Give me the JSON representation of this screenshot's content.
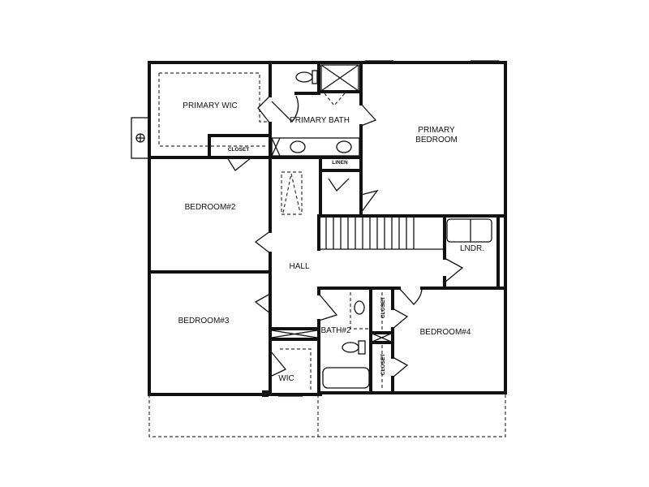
{
  "plan": {
    "rooms": {
      "primary_wic": "PRIMARY WIC",
      "primary_bath": "PRIMARY BATH",
      "primary_bedroom": "PRIMARY BEDROOM",
      "closet_wic": "CLOSET",
      "linen": "LINEN",
      "bedroom2": "BEDROOM#2",
      "hall": "HALL",
      "laundry": "LNDR.",
      "bedroom3": "BEDROOM#3",
      "bath2": "BATH#2",
      "bedroom4": "BEDROOM#4",
      "closet_upper": "CLOSET",
      "closet_lower": "CLOSET",
      "wic": "WIC"
    },
    "colors": {
      "wall": "#111111",
      "background": "#ffffff"
    }
  }
}
